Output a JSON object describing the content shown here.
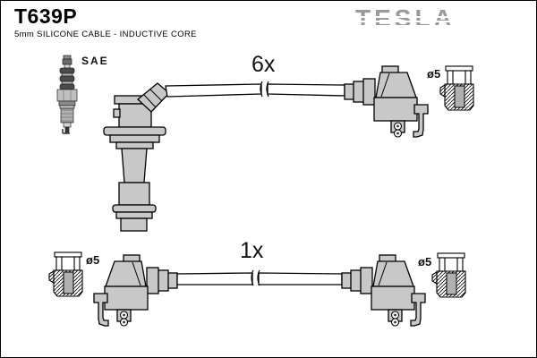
{
  "header": {
    "part_number": "T639P",
    "subtitle": "5mm SILICONE CABLE - INDUCTIVE CORE",
    "brand_logo": "TESLA"
  },
  "diagram": {
    "labels": {
      "spark_plug_terminal": "SAE",
      "main_lead_quantity": "6x",
      "single_lead_quantity": "1x",
      "terminal_diameter_top_right": "ø5",
      "terminal_diameter_bottom_left": "ø5",
      "terminal_diameter_bottom_right": "ø5"
    },
    "colors": {
      "boot_fill": "#c8c8c8",
      "outline": "#000000",
      "logo_gray": "#9a9a9a",
      "terminal_core": "#b0b0b0"
    }
  }
}
